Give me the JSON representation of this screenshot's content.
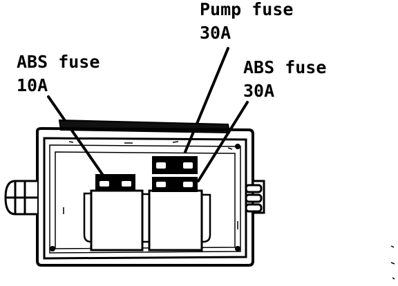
{
  "labels": {
    "abs_10a": {
      "line1": "ABS fuse",
      "line2": "10A"
    },
    "pump_30a": {
      "line1": "Pump fuse",
      "line2": "30A"
    },
    "abs_30a": {
      "line1": "ABS fuse",
      "line2": "30A"
    }
  },
  "colors": {
    "ink": "#000000",
    "paper": "#ffffff"
  }
}
